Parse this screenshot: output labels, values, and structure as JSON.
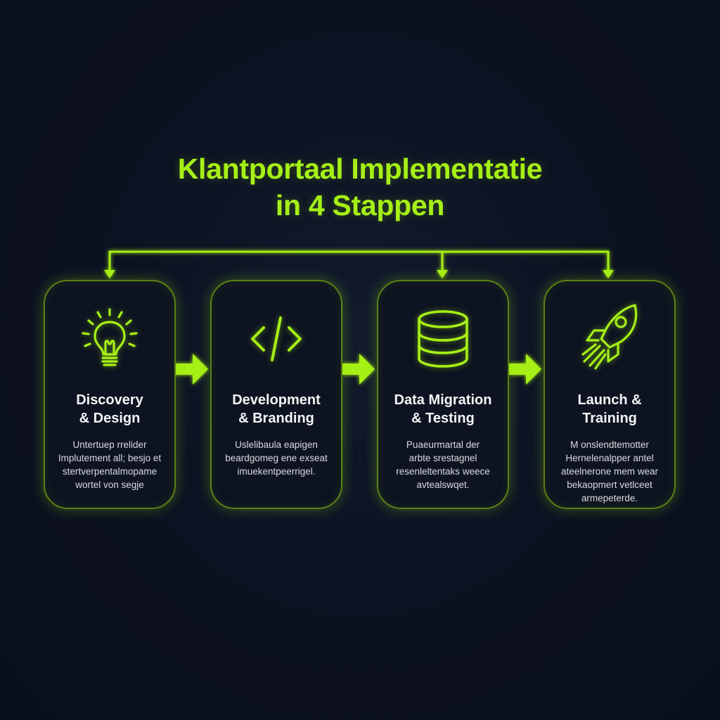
{
  "title": {
    "line1": "Klantportaal Implementatie",
    "line2": "in 4 Stappen"
  },
  "colors": {
    "background": "#0c1120",
    "accent": "#a6f016",
    "card_border": "#5b7f16",
    "text": "#f2f4f6"
  },
  "steps": [
    {
      "icon": "lightbulb-icon",
      "title_line1": "Discovery",
      "title_line2": "& Design",
      "desc_lines": [
        "Untertuep rrelider",
        "Implutement all; besjo et",
        "stertverpentalmopame",
        "wortel von segje"
      ]
    },
    {
      "icon": "code-icon",
      "title_line1": "Development",
      "title_line2": "& Branding",
      "desc_lines": [
        "Uslelibaula eapigen",
        "beardgomeg ene exseat",
        "imuekentpeerrigel."
      ]
    },
    {
      "icon": "database-icon",
      "title_line1": "Data Migration",
      "title_line2": "& Testing",
      "desc_lines": [
        "Puaeurmartal der",
        "arbte srestagnel",
        "resenleltentaks weece",
        "avtealswqet."
      ]
    },
    {
      "icon": "rocket-icon",
      "title_line1": "Launch &",
      "title_line2": "Training",
      "desc_lines": [
        "M onslendtemotter",
        "Hernelenalpper antel",
        "ateelnerone mem wear",
        "bekaopmert vetlceet",
        "armepeterde."
      ]
    }
  ]
}
